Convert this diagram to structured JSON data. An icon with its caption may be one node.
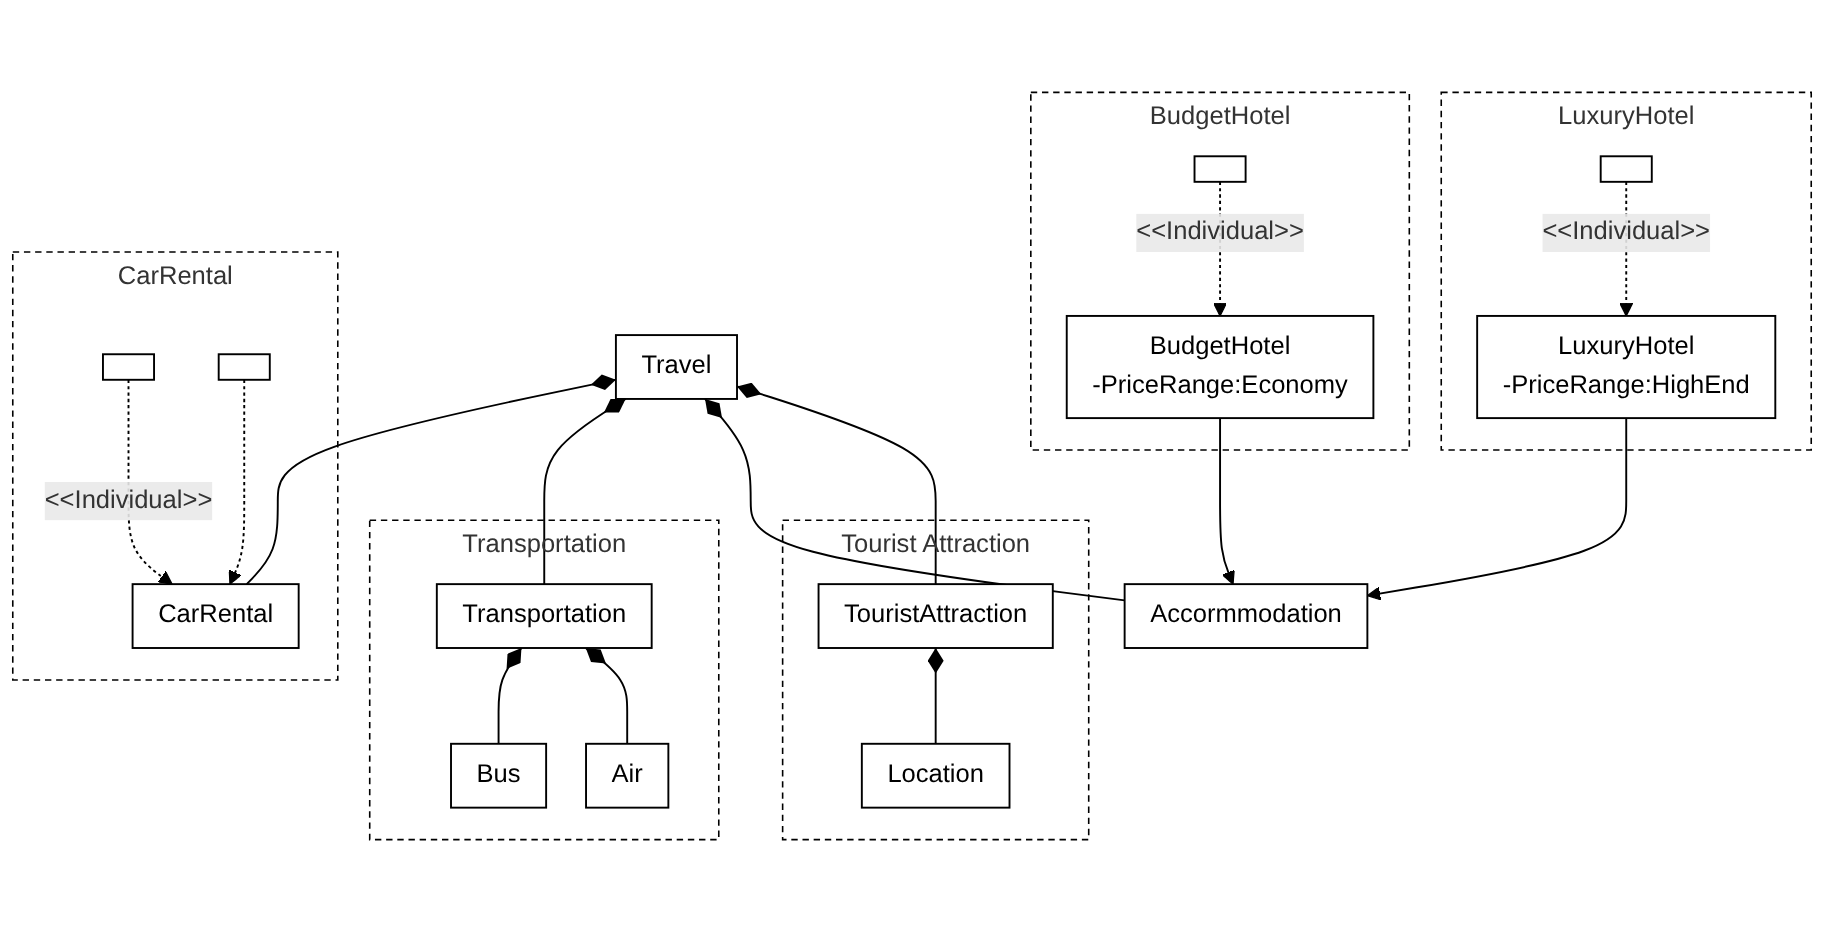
{
  "diagram": {
    "nodes": [
      {
        "text": [
          "Travel"
        ]
      },
      {
        "text": [
          "Transportation"
        ]
      },
      {
        "text": [
          "Transportation"
        ],
        "in": 1
      },
      {
        "text": [
          "Bus"
        ],
        "in": 1
      },
      {
        "text": [
          "Air"
        ],
        "in": 1
      },
      {
        "text": [
          "Accormmodation"
        ]
      },
      {
        "text": [
          "BudgetHotel"
        ]
      },
      {
        "text": [
          "BudgetHotel",
          "-PriceRange:Economy"
        ],
        "in": 6
      },
      {
        "text": [],
        "shape": "box",
        "in": 6
      },
      {
        "text": [
          "LuxuryHotel"
        ]
      },
      {
        "text": [
          "LuxuryHotel",
          "-PriceRange:HighEnd"
        ],
        "in": 9
      },
      {
        "text": [],
        "shape": "box",
        "in": 9
      },
      {
        "text": [
          "Tourist Attraction"
        ]
      },
      {
        "text": [
          "TouristAttraction"
        ],
        "in": 12
      },
      {
        "text": [
          "Location"
        ],
        "in": 12
      },
      {
        "text": [
          "CarRental"
        ]
      },
      {
        "text": [
          "CarRental"
        ],
        "in": 15
      },
      {
        "text": [],
        "shape": "box",
        "in": 15
      },
      {
        "text": [],
        "shape": "box",
        "in": 15
      }
    ],
    "edges": [
      {
        "from": 0,
        "to": 2,
        "arrow": "other"
      },
      {
        "from": 0,
        "to": 5,
        "arrow": "other"
      },
      {
        "from": 0,
        "to": 13,
        "arrow": "other"
      },
      {
        "from": 0,
        "to": 16,
        "arrow": "other"
      },
      {
        "from": 2,
        "to": 3,
        "arrow": "other"
      },
      {
        "from": 2,
        "to": 4,
        "arrow": "other"
      },
      {
        "from": 7,
        "to": 5,
        "arrow": "to"
      },
      {
        "from": 10,
        "to": 5,
        "arrow": "to"
      },
      {
        "from": 8,
        "to": 7,
        "arrow": "to",
        "style": "dashed",
        "label": "<<Individual>>"
      },
      {
        "from": 11,
        "to": 10,
        "arrow": "to",
        "style": "dashed",
        "label": "<<Individual>>"
      },
      {
        "from": 13,
        "to": 14,
        "arrow": "other"
      },
      {
        "from": 17,
        "to": 16,
        "arrow": "to",
        "style": "dashed",
        "label": "<<Individual>>"
      },
      {
        "from": 18,
        "to": 16,
        "arrow": "to",
        "style": "dashed"
      }
    ]
  }
}
